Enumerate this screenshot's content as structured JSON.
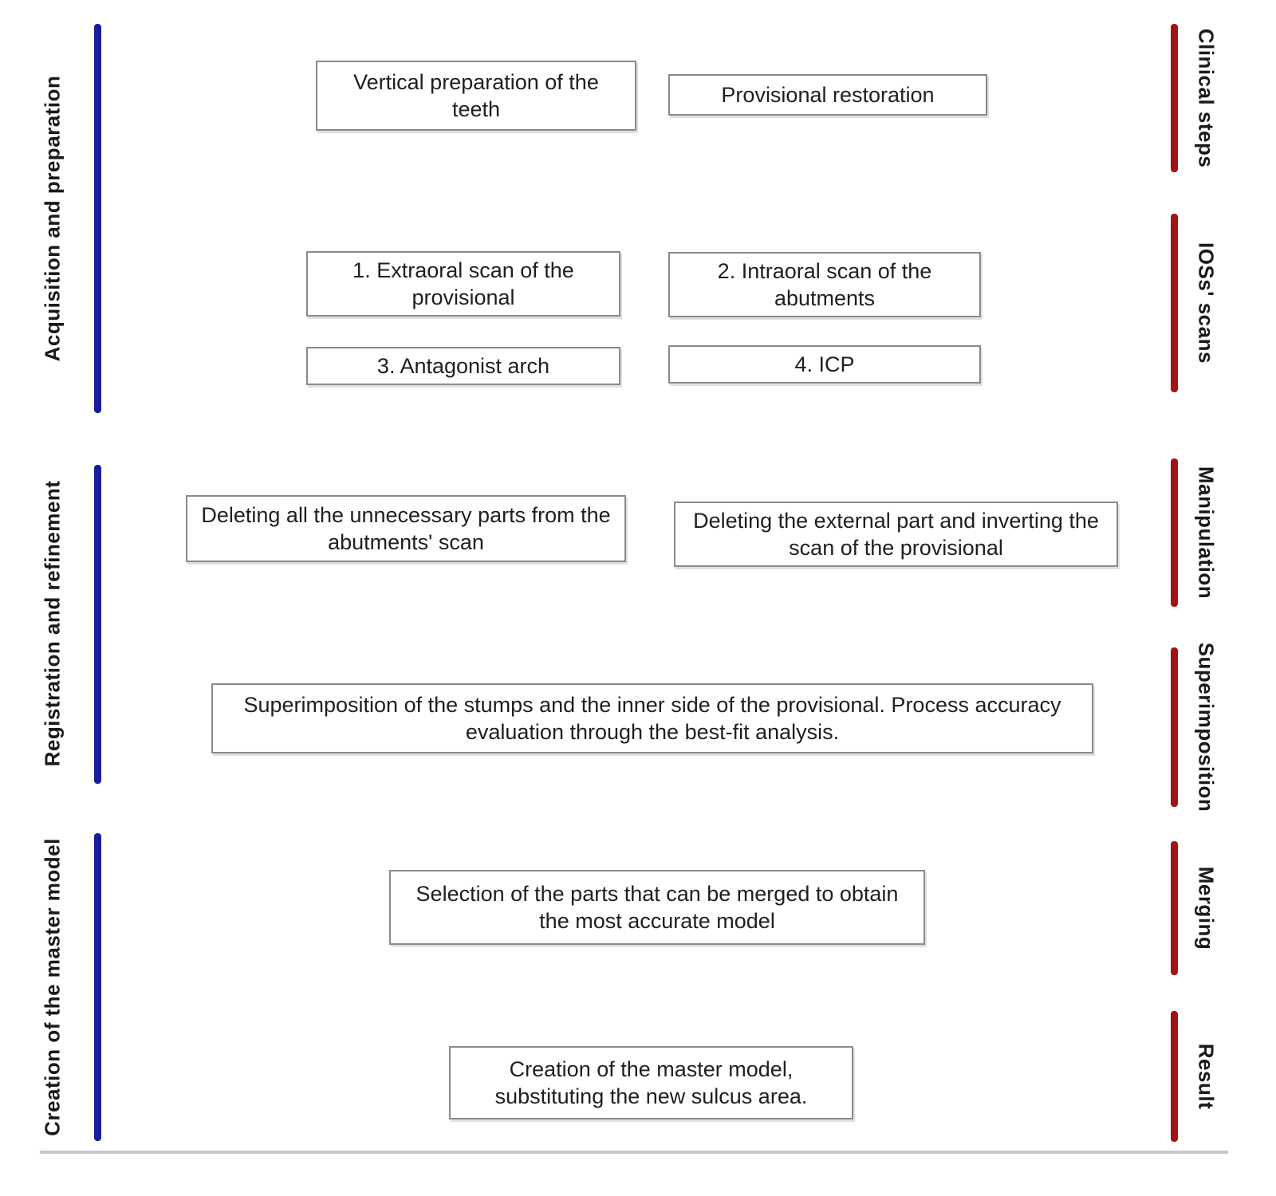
{
  "left_sections": [
    {
      "label": "Acquisition and preparation"
    },
    {
      "label": "Registration and refinement"
    },
    {
      "label": "Creation of the master model"
    }
  ],
  "right_sections": [
    {
      "label": "Clinical steps"
    },
    {
      "label": "IOSs' scans"
    },
    {
      "label": "Manipulation"
    },
    {
      "label": "Superimposition"
    },
    {
      "label": "Merging"
    },
    {
      "label": "Result"
    }
  ],
  "boxes": [
    {
      "text": "Vertical preparation of the teeth"
    },
    {
      "text": "Provisional restoration"
    },
    {
      "text": "1. Extraoral scan of the provisional"
    },
    {
      "text": "2. Intraoral scan of the abutments"
    },
    {
      "text": "3. Antagonist arch"
    },
    {
      "text": "4. ICP"
    },
    {
      "text": "Deleting all the unnecessary parts from the abutments' scan"
    },
    {
      "text": "Deleting the external part and inverting the scan of the provisional"
    },
    {
      "text": "Superimposition of the stumps and the inner side of the provisional. Process accuracy evaluation through the best-fit analysis."
    },
    {
      "text": "Selection of the parts that can be merged to obtain the most accurate model"
    },
    {
      "text": "Creation of the master model, substituting the new sulcus area."
    }
  ],
  "colors": {
    "left_bar": "#1b1b9e",
    "right_bar": "#a21414",
    "box_border": "#8a8a8a",
    "text": "#1f1f1f",
    "bottom_rule": "#c5c8cd"
  }
}
